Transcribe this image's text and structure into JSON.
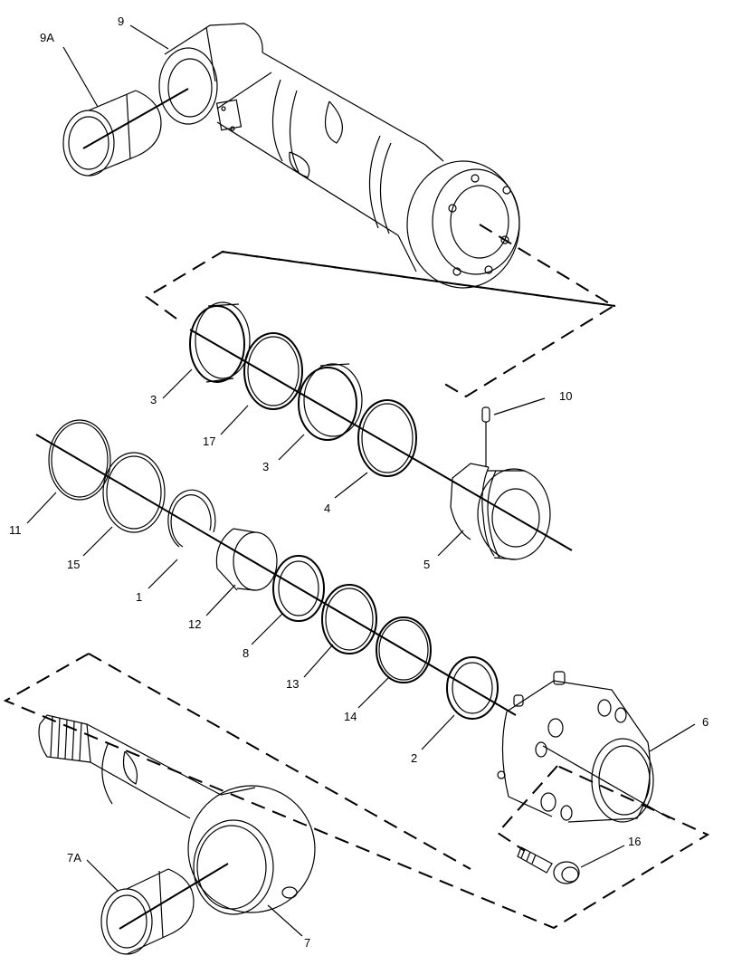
{
  "callouts": {
    "c1": "1",
    "c2": "2",
    "c3a": "3",
    "c3b": "3",
    "c4": "4",
    "c5": "5",
    "c6": "6",
    "c7": "7",
    "c7a": "7A",
    "c8": "8",
    "c9": "9",
    "c9a": "9A",
    "c10": "10",
    "c11": "11",
    "c12": "12",
    "c13": "13",
    "c14": "14",
    "c15": "15",
    "c16": "16",
    "c17": "17"
  }
}
